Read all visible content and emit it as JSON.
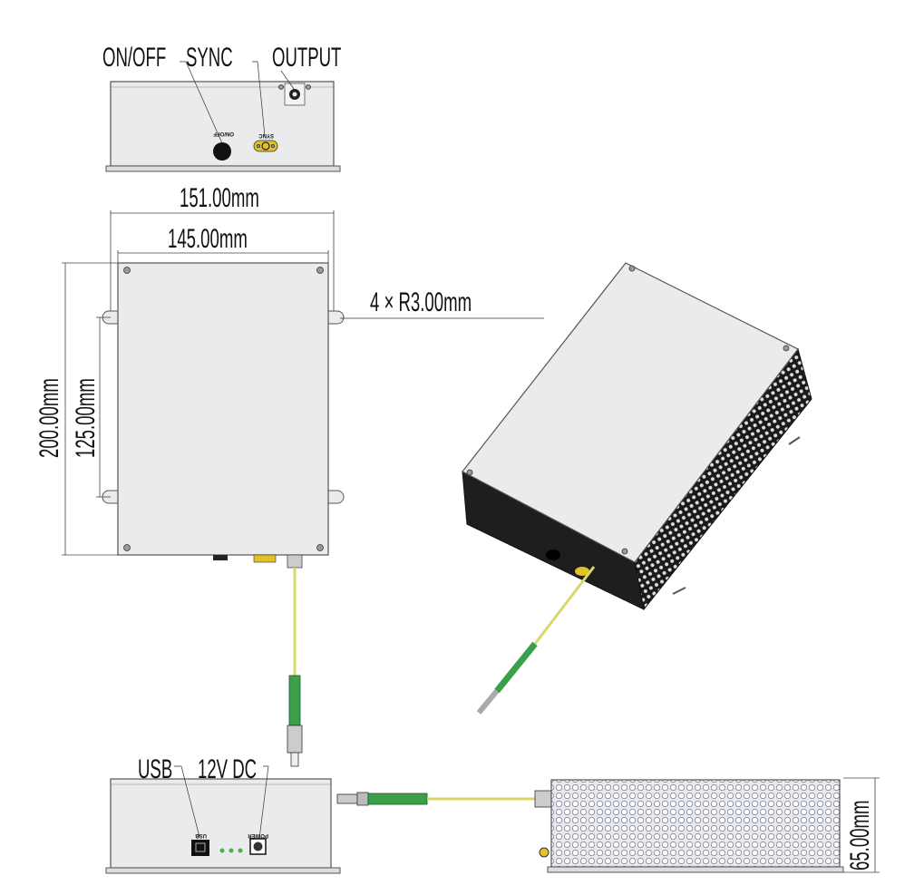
{
  "top_panel": {
    "callouts": [
      "ON/OFF",
      "SYNC",
      "OUTPUT"
    ],
    "panel_marks": [
      "ON/OFF",
      "SYNC"
    ]
  },
  "dimensions": {
    "overall_width": "151.00mm",
    "plate_width": "145.00mm",
    "overall_length": "200.00mm",
    "mount_spacing": "125.00mm",
    "slot_radius": "4 × R3.00mm",
    "height": "65.00mm"
  },
  "bottom_panel": {
    "callouts": [
      "USB",
      "12V DC"
    ],
    "panel_marks": [
      "USB",
      "POWER"
    ]
  },
  "colors": {
    "plate": "#e9ebed",
    "fiber": "#d8d86a",
    "boot": "#3aa04a",
    "sync_port": "#e1c22a",
    "led": "#4caf50"
  }
}
